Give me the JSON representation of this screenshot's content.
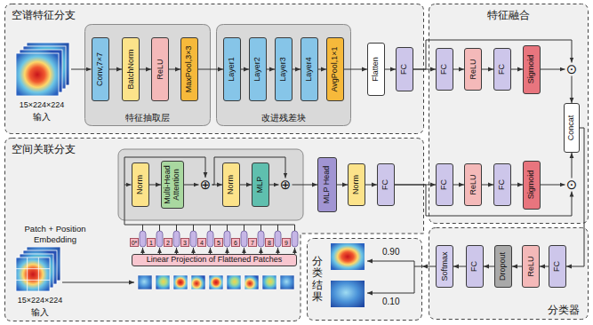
{
  "diagram": {
    "nodes": [
      {
        "text": [
          "空谱特征分支"
        ]
      },
      {
        "text": [
          "特征抽取层"
        ],
        "in": 0
      },
      {
        "text": [
          "Conv,7×7"
        ],
        "in": 1
      },
      {
        "text": [
          "BatchNorm"
        ],
        "in": 1
      },
      {
        "text": [
          "ReLU"
        ],
        "in": 1
      },
      {
        "text": [
          "MaxPool,3×3"
        ],
        "in": 1
      },
      {
        "text": [
          "改进残差块"
        ],
        "in": 0
      },
      {
        "text": [
          "Layer1"
        ],
        "in": 6
      },
      {
        "text": [
          "Layer2"
        ],
        "in": 6
      },
      {
        "text": [
          "Layer3"
        ],
        "in": 6
      },
      {
        "text": [
          "Layer4"
        ],
        "in": 6
      },
      {
        "text": [
          "AvgPool,1×1"
        ],
        "in": 6
      },
      {
        "text": [
          "Flatten"
        ],
        "in": 0
      },
      {
        "text": [
          "FC"
        ],
        "in": 0
      },
      {
        "text": [
          "特征融合"
        ]
      },
      {
        "text": [
          "FC"
        ],
        "in": 14
      },
      {
        "text": [
          "ReLU"
        ],
        "in": 14
      },
      {
        "text": [
          "FC"
        ],
        "in": 14
      },
      {
        "text": [
          "Sigmoid"
        ],
        "in": 14
      },
      {
        "text": [
          "⊙"
        ],
        "in": 14
      },
      {
        "text": [
          "Concat"
        ],
        "in": 14
      },
      {
        "text": [
          "FC"
        ],
        "in": 14
      },
      {
        "text": [
          "ReLU"
        ],
        "in": 14
      },
      {
        "text": [
          "FC"
        ],
        "in": 14
      },
      {
        "text": [
          "Sigmoid"
        ],
        "in": 14
      },
      {
        "text": [
          "⊙"
        ],
        "in": 14
      },
      {
        "text": [
          "空间关联分支"
        ]
      },
      {
        "text": [
          "Norm"
        ],
        "in": 26
      },
      {
        "text": [
          "Multi-Head Attention"
        ],
        "in": 26
      },
      {
        "text": [
          "⊕"
        ],
        "in": 26
      },
      {
        "text": [
          "Norm"
        ],
        "in": 26
      },
      {
        "text": [
          "MLP"
        ],
        "in": 26
      },
      {
        "text": [
          "⊕"
        ],
        "in": 26
      },
      {
        "text": [
          "MLP Head"
        ],
        "in": 26
      },
      {
        "text": [
          "Norm"
        ],
        "in": 26
      },
      {
        "text": [
          "FC"
        ],
        "in": 26
      },
      {
        "text": [
          "Linear Projection of Flattened Patches"
        ],
        "in": 26
      },
      {
        "text": [
          "分类结果"
        ]
      },
      {
        "text": [
          "分类器"
        ]
      },
      {
        "text": [
          "FC"
        ],
        "in": 38
      },
      {
        "text": [
          "ReLU"
        ],
        "in": 38
      },
      {
        "text": [
          "Dropout"
        ],
        "in": 38
      },
      {
        "text": [
          "FC"
        ],
        "in": 38
      },
      {
        "text": [
          "Softmax"
        ],
        "in": 38
      }
    ],
    "edges": [
      {
        "from": 2,
        "to": 3,
        "arrow": "to"
      },
      {
        "from": 3,
        "to": 4,
        "arrow": "to"
      },
      {
        "from": 4,
        "to": 5,
        "arrow": "to"
      },
      {
        "from": 5,
        "to": 7,
        "arrow": "to"
      },
      {
        "from": 7,
        "to": 8,
        "arrow": "to"
      },
      {
        "from": 8,
        "to": 9,
        "arrow": "to"
      },
      {
        "from": 9,
        "to": 10,
        "arrow": "to"
      },
      {
        "from": 10,
        "to": 11,
        "arrow": "to"
      },
      {
        "from": 11,
        "to": 12,
        "arrow": "to"
      },
      {
        "from": 12,
        "to": 13,
        "arrow": "to"
      },
      {
        "from": 13,
        "to": 15,
        "arrow": "to"
      },
      {
        "from": 13,
        "to": 19,
        "arrow": "to"
      },
      {
        "from": 15,
        "to": 16,
        "arrow": "to"
      },
      {
        "from": 16,
        "to": 17,
        "arrow": "to"
      },
      {
        "from": 17,
        "to": 18,
        "arrow": "to"
      },
      {
        "from": 18,
        "to": 19,
        "arrow": "to"
      },
      {
        "from": 19,
        "to": 20,
        "arrow": "to"
      },
      {
        "from": 25,
        "to": 20,
        "arrow": "to"
      },
      {
        "from": 27,
        "to": 28,
        "arrow": "to"
      },
      {
        "from": 28,
        "to": 29,
        "arrow": "to"
      },
      {
        "from": 29,
        "to": 30,
        "arrow": "to"
      },
      {
        "from": 30,
        "to": 31,
        "arrow": "to"
      },
      {
        "from": 31,
        "to": 32,
        "arrow": "to"
      },
      {
        "from": 29,
        "to": 32,
        "arrow": "to"
      },
      {
        "from": 32,
        "to": 33,
        "arrow": "to"
      },
      {
        "from": 33,
        "to": 34,
        "arrow": "to"
      },
      {
        "from": 34,
        "to": 35,
        "arrow": "to"
      },
      {
        "from": 35,
        "to": 21,
        "arrow": "to"
      },
      {
        "from": 35,
        "to": 25,
        "arrow": "to"
      },
      {
        "from": 21,
        "to": 22,
        "arrow": "to"
      },
      {
        "from": 22,
        "to": 23,
        "arrow": "to"
      },
      {
        "from": 23,
        "to": 24,
        "arrow": "to"
      },
      {
        "from": 24,
        "to": 25,
        "arrow": "to"
      },
      {
        "from": 20,
        "to": 39,
        "arrow": "to"
      },
      {
        "from": 39,
        "to": 40,
        "arrow": "to"
      },
      {
        "from": 40,
        "to": 41,
        "arrow": "to"
      },
      {
        "from": 41,
        "to": 42,
        "arrow": "to"
      },
      {
        "from": 42,
        "to": 43,
        "arrow": "to"
      },
      {
        "from": 43,
        "to": 37,
        "arrow": "to"
      }
    ],
    "labels": [
      "15×224×224",
      "输入",
      "15×224×224",
      "输入",
      "Patch + Position Embedding",
      "0*",
      "1",
      "2",
      "3",
      "4",
      "5",
      "6",
      "7",
      "8",
      "9",
      "0.90",
      "0.10"
    ]
  }
}
